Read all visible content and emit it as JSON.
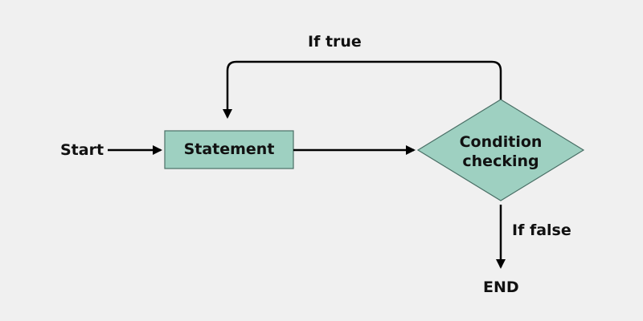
{
  "diagram": {
    "start_label": "Start",
    "statement_label": "Statement",
    "condition_line1": "Condition",
    "condition_line2": "checking",
    "true_label": "If true",
    "false_label": "If false",
    "end_label": "END"
  },
  "colors": {
    "background": "#f0f0f0",
    "node_fill": "#9ed0c1",
    "node_stroke": "#4a6f66",
    "arrow": "#000000",
    "text": "#111111"
  }
}
